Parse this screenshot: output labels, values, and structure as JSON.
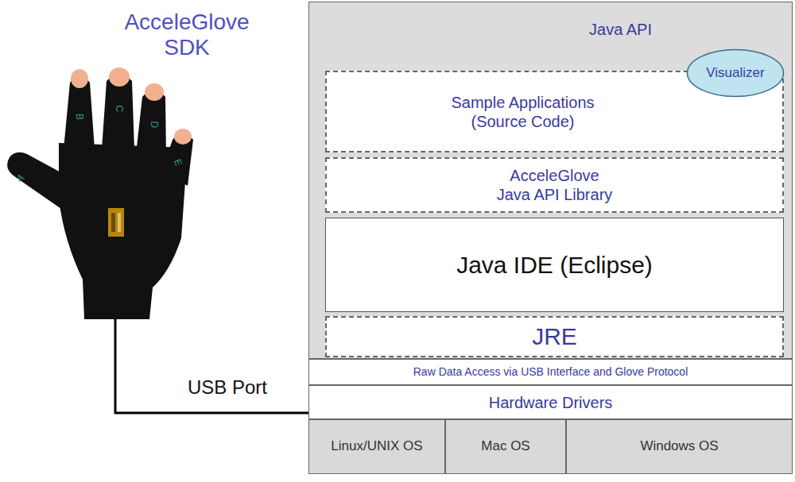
{
  "diagram": {
    "nodes": [
      {
        "text": [
          "Java API"
        ]
      },
      {
        "text": [
          "Sample Applications (Source Code)"
        ],
        "in": 0
      },
      {
        "text": [
          "Visualizer"
        ],
        "in": 0
      },
      {
        "text": [
          "AcceleGlove Java API Library"
        ],
        "in": 0
      },
      {
        "text": [
          "Java IDE (Eclipse)"
        ],
        "in": 0
      },
      {
        "text": [
          "JRE"
        ],
        "in": 0
      },
      {
        "text": [
          "Raw Data Access via USB Interface and Glove Protocol"
        ]
      },
      {
        "text": [
          "Hardware Drivers"
        ]
      },
      {
        "text": [
          "Linux/UNIX OS"
        ]
      },
      {
        "text": [
          "Mac OS"
        ]
      },
      {
        "text": [
          "Windows OS"
        ]
      }
    ],
    "labels": [
      "AcceleGlove SDK",
      "A",
      "B",
      "C",
      "D",
      "E",
      "USB Port"
    ]
  }
}
